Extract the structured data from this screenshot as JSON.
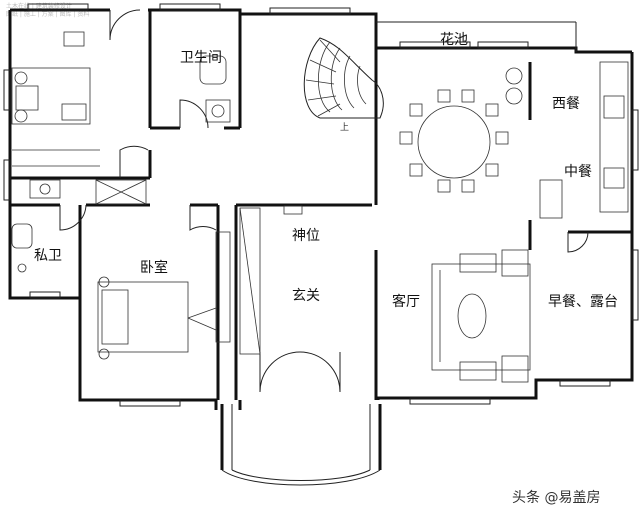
{
  "watermark": {
    "line1": "土木在线 | 建筑装修设计",
    "line2": "图纸 | 施工 | 方案 | 图库 | 资料"
  },
  "rooms": {
    "huachi": "花池",
    "xican": "西餐",
    "zhongcan": "中餐",
    "weishengjian": "卫生间",
    "siwei": "私卫",
    "woshi": "卧室",
    "shenwei": "神位",
    "xuanguan": "玄关",
    "keting": "客厅",
    "zaocan": "早餐、露台"
  },
  "stair_label": "上",
  "credit": "头条 @易盖房"
}
